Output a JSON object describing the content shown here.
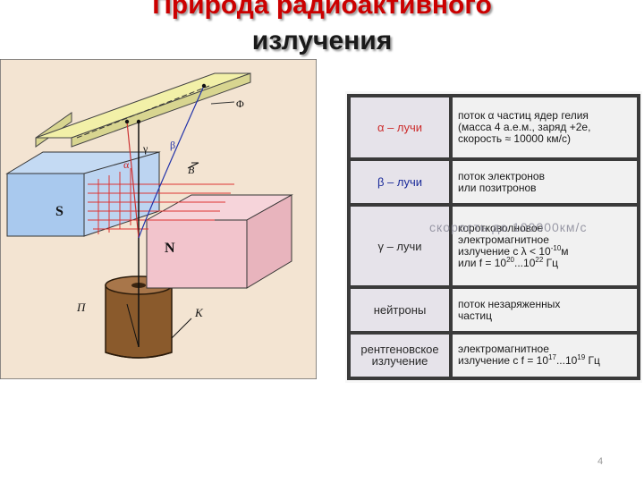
{
  "slide": {
    "title_line1": "Природа радиоактивного",
    "title_line2": "излучения",
    "page_number": "4",
    "overlay_text": "скорость до 100000км/с"
  },
  "figure": {
    "label_S": "S",
    "label_N": "N",
    "label_alpha": "α",
    "label_gamma": "γ",
    "label_beta": "β",
    "label_B": "B",
    "label_phi": "Φ",
    "label_P": "П",
    "label_K": "К"
  },
  "table": {
    "rows": [
      {
        "name": "α – лучи",
        "lines": [
          "поток α частиц ядер гелия",
          "(масса 4 а.е.м., заряд +2e,",
          "скорость  ≈ 10000 км/с)"
        ]
      },
      {
        "name": "β – лучи",
        "lines": [
          "поток электронов",
          "или позитронов"
        ]
      },
      {
        "name": "γ – лучи",
        "lines": [
          "коротковолновое",
          "электромагнитное"
        ],
        "line3_prefix": "излучение с λ < 10",
        "line3_exp": "-10",
        "line3_suffix": "м",
        "line4_prefix": "или  f = 10",
        "line4_exp1": "20",
        "line4_mid": "...10",
        "line4_exp2": "22",
        "line4_suffix": " Гц"
      },
      {
        "name": "нейтроны",
        "lines": [
          "поток незаряженных",
          "частиц"
        ]
      },
      {
        "name": "рентгеновское излучение",
        "line1": "электромагнитное",
        "line2_prefix": "излучение с f = 10",
        "line2_exp1": "17",
        "line2_mid": "...10",
        "line2_exp2": "19",
        "line2_suffix": " Гц"
      }
    ]
  },
  "colors": {
    "title": "#cc0000",
    "figure_bg": "#f3e4d2",
    "magnet_S": "#a9c9ee",
    "magnet_N": "#f2c4cc",
    "screen": "#f2f0a8",
    "container": "#8a5a2c",
    "field_lines": "#dd3333"
  }
}
